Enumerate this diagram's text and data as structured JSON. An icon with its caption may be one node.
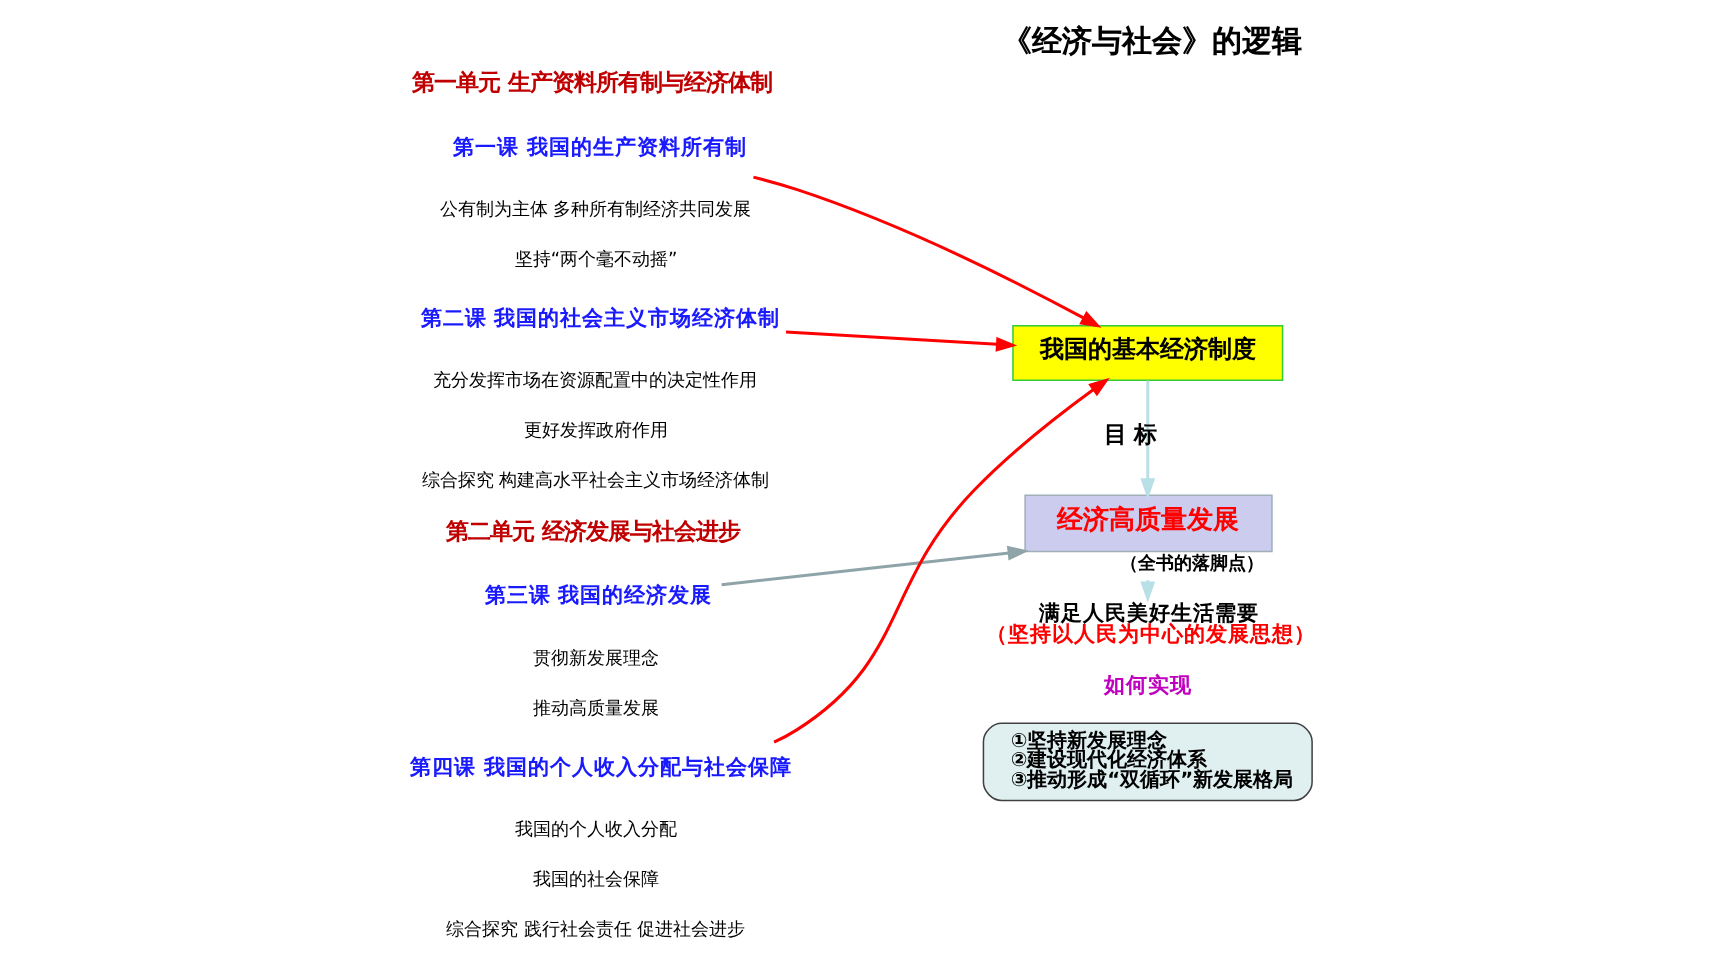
{
  "diagram": {
    "title": "《经济与社会》的逻辑",
    "nodes": [
      {
        "text": [
          "第一课 我国的生产资料所有制"
        ]
      },
      {
        "text": [
          "第二课 我国的社会主义市场经济体制"
        ]
      },
      {
        "text": [
          "第三课 我国的经济发展"
        ]
      },
      {
        "text": [
          "第四课 我国的个人收入分配与社会保障"
        ]
      },
      {
        "text": [
          "我国的基本经济制度"
        ]
      },
      {
        "text": [
          "经济高质量发展"
        ],
        "beside": [
          "（全书的落脚点）"
        ]
      },
      {
        "text": [
          "满足人民美好生活需要",
          "（坚持以人民为中心的发展思想）"
        ]
      },
      {
        "text": [
          "①坚持新发展理念",
          "②建设现代化经济体系",
          "③推动形成“双循环”新发展格局"
        ]
      }
    ],
    "edges": [
      {
        "from": 0,
        "to": 4,
        "arrow": "to",
        "color": "#ff0000"
      },
      {
        "from": 1,
        "to": 4,
        "arrow": "to",
        "color": "#ff0000"
      },
      {
        "from": 3,
        "to": 4,
        "arrow": "to",
        "color": "#ff0000"
      },
      {
        "from": 2,
        "to": 5,
        "arrow": "to",
        "color": "#8fa4a8"
      },
      {
        "from": 4,
        "to": 5,
        "arrow": "to",
        "label": "目 标",
        "color": "#b8e0e6"
      },
      {
        "from": 5,
        "to": 6,
        "arrow": "to",
        "color": "#b8e0e6"
      }
    ],
    "labels": [
      "第一单元 生产资料所有制与经济体制",
      "公有制为主体 多种所有制经济共同发展",
      "坚持“两个毫不动摇”",
      "充分发挥市场在资源配置中的决定性作用",
      "更好发挥政府作用",
      "综合探究 构建高水平社会主义市场经济体制",
      "第二单元 经济发展与社会进步",
      "贯彻新发展理念",
      "推动高质量发展",
      "我国的个人收入分配",
      "我国的社会保障",
      "综合探究 践行社会责任 促进社会进步",
      "如何实现"
    ]
  }
}
